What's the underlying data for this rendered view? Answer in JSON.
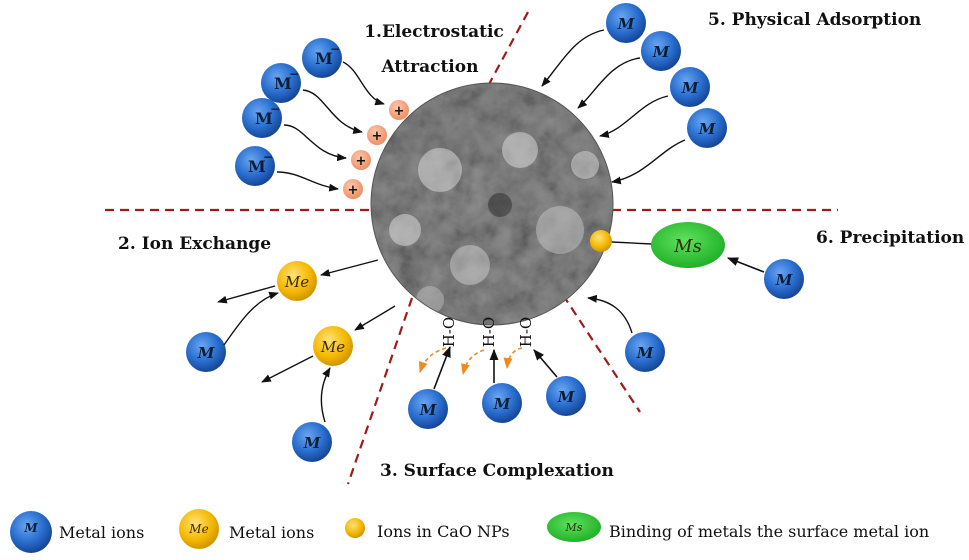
{
  "labels": {
    "electrostatic_line1": "1.Electrostatic",
    "electrostatic_line2": "Attraction",
    "ion_exchange": "2. Ion Exchange",
    "surface_complexation": "3. Surface Complexation",
    "physical_adsorption": "5. Physical Adsorption",
    "precipitation": "6. Precipitation"
  },
  "symbols": {
    "metal": "M",
    "anion": "M",
    "minus": "−",
    "exchanged": "Me",
    "precipitate": "Ms",
    "plus": "+",
    "hydroxyl": "H-O"
  },
  "legend": {
    "metal_ions": "Metal ions",
    "exchanged_metal_ions": "Metal ions",
    "cao_ions": "Ions  in CaO NPs",
    "binding": "Binding of metals the surface metal ion"
  },
  "colors": {
    "metal_blue": "#2a6fd0",
    "exchange_yellow": "#f5b800",
    "plus_orange": "#f2a07a",
    "precipitate_green": "#22c22a",
    "divider_red": "#9e1b1b",
    "release_orange": "#f08a20"
  }
}
